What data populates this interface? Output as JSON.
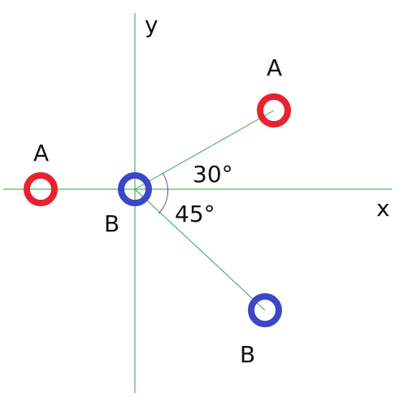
{
  "axes": {
    "x_label": "x",
    "y_label": "y"
  },
  "points": [
    {
      "label": "A",
      "kind": "particle-A"
    },
    {
      "label": "B",
      "kind": "particle-B"
    },
    {
      "label": "A",
      "kind": "particle-A"
    },
    {
      "label": "B",
      "kind": "particle-B"
    }
  ],
  "angles": {
    "upper": "30°",
    "lower": "45°"
  },
  "colors": {
    "axis": "#2aa84a",
    "particle_a": "#e5222e",
    "particle_b": "#3b46c8",
    "arc": "#9b2aa8"
  }
}
